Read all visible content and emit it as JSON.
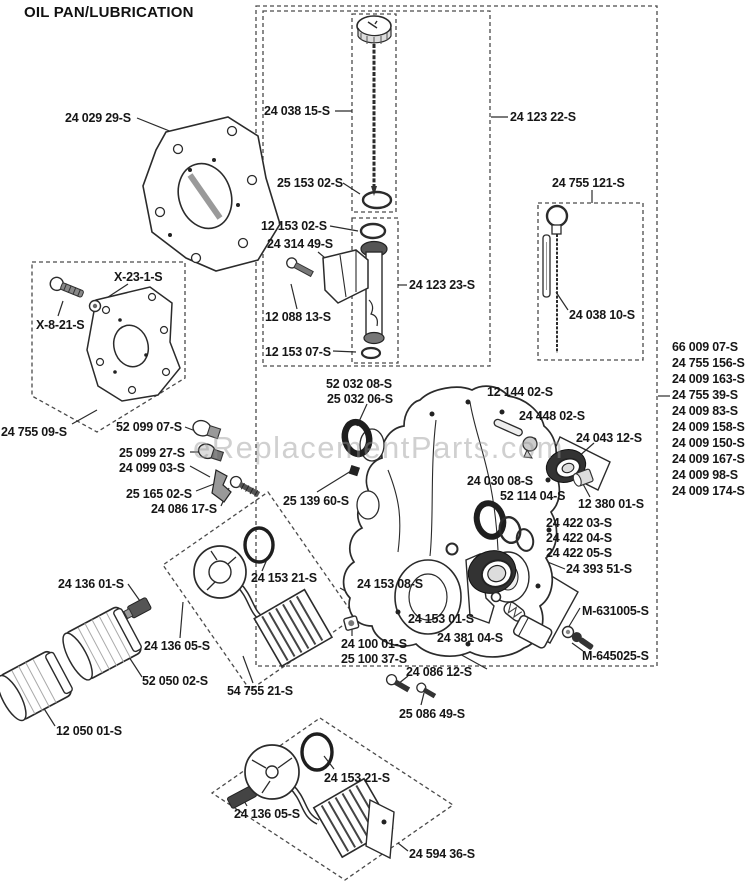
{
  "title": "OIL PAN/LUBRICATION",
  "watermark": "eReplacementParts.com",
  "parts": {
    "p24_029_29": "24 029 29-S",
    "p24_038_15": "24 038 15-S",
    "p25_153_02": "25 153 02-S",
    "p24_123_22": "24 123 22-S",
    "p12_153_02": "12 153 02-S",
    "p24_314_49": "24 314 49-S",
    "p12_088_13": "12 088 13-S",
    "p12_153_07": "12 153 07-S",
    "p24_123_23": "24 123 23-S",
    "p24_755_121": "24 755 121-S",
    "p24_038_10": "24 038 10-S",
    "pX_23_1": "X-23-1-S",
    "pX_8_21": "X-8-21-S",
    "p24_755_09": "24 755 09-S",
    "p52_099_07": "52 099 07-S",
    "p25_099_27": "25 099 27-S",
    "p24_099_03": "24 099 03-S",
    "p25_165_02": "25 165 02-S",
    "p24_086_17": "24 086 17-S",
    "p52_032_08": "52 032 08-S",
    "p25_032_06": "25 032 06-S",
    "p12_144_02": "12 144 02-S",
    "p24_448_02": "24 448 02-S",
    "p24_043_12": "24 043 12-S",
    "p25_139_60": "25 139 60-S",
    "p24_030_08": "24 030 08-S",
    "p52_114_04": "52 114 04-S",
    "p12_380_01": "12 380 01-S",
    "p24_422_03": "24 422 03-S",
    "p24_422_04": "24 422 04-S",
    "p24_422_05": "24 422 05-S",
    "p24_393_51": "24 393 51-S",
    "p24_153_08": "24 153 08-S",
    "p24_153_01": "24 153 01-S",
    "p24_381_04": "24 381 04-S",
    "pM_631005": "M-631005-S",
    "pM_645025": "M-645025-S",
    "p24_100_01": "24 100 01-S",
    "p25_100_37": "25 100 37-S",
    "p24_086_12": "24 086 12-S",
    "p25_086_49": "25 086 49-S",
    "p24_136_01": "24 136 01-S",
    "p24_136_05": "24 136 05-S",
    "p52_050_02": "52 050 02-S",
    "p12_050_01": "12 050 01-S",
    "p54_755_21": "54 755 21-S",
    "p24_153_21": "24 153 21-S",
    "p24_594_36": "24 594 36-S"
  },
  "right_column": [
    "66 009 07-S",
    "24 755 156-S",
    "24 009 163-S",
    "24 755 39-S",
    "24 009 83-S",
    "24 009 158-S",
    "24 009 150-S",
    "24 009 167-S",
    "24 009 98-S",
    "24 009 174-S"
  ]
}
